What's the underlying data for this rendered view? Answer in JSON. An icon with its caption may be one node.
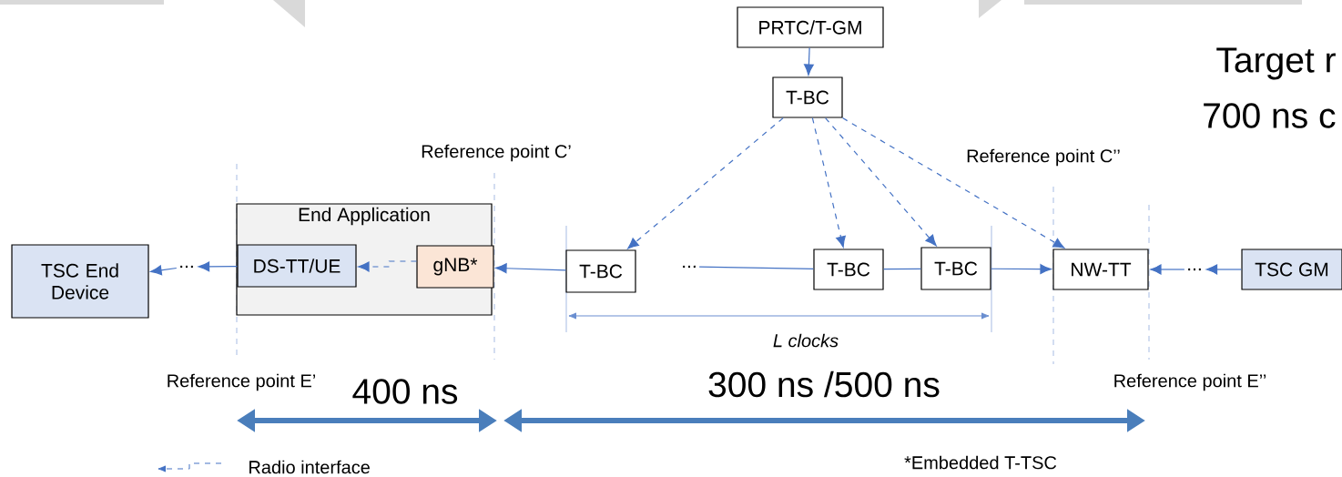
{
  "diagram": {
    "nodes": [
      {
        "text": [
          "PRTC/T-GM"
        ]
      },
      {
        "text": [
          "T-BC"
        ]
      },
      {
        "text": [
          "TSC End Device"
        ]
      },
      {
        "text": [
          "End Application"
        ]
      },
      {
        "text": [
          "DS-TT/UE"
        ],
        "in": 3
      },
      {
        "text": [
          "gNB*"
        ],
        "in": 3
      },
      {
        "text": [
          "T-BC"
        ]
      },
      {
        "text": [
          "T-BC"
        ]
      },
      {
        "text": [
          "T-BC"
        ]
      },
      {
        "text": [
          "NW-TT"
        ]
      },
      {
        "text": [
          "TSC GM"
        ]
      },
      {
        "text": [
          "..."
        ]
      },
      {
        "text": [
          "..."
        ]
      },
      {
        "text": [
          "..."
        ]
      }
    ],
    "edges": [
      {
        "from": 0,
        "to": 1,
        "arrow": "to"
      },
      {
        "from": 1,
        "to": 6,
        "arrow": "to",
        "style": "dashed"
      },
      {
        "from": 1,
        "to": 7,
        "arrow": "to",
        "style": "dashed"
      },
      {
        "from": 1,
        "to": 8,
        "arrow": "to",
        "style": "dashed"
      },
      {
        "from": 1,
        "to": 9,
        "arrow": "to",
        "style": "dashed"
      },
      {
        "from": 5,
        "to": 4,
        "arrow": "to",
        "style": "dashed"
      },
      {
        "from": 4,
        "to": 11,
        "arrow": "to"
      },
      {
        "from": 11,
        "to": 2,
        "arrow": "to"
      },
      {
        "from": 6,
        "to": 5,
        "arrow": "to"
      },
      {
        "from": 12,
        "to": 7,
        "arrow": "none"
      },
      {
        "from": 7,
        "to": 8,
        "arrow": "none"
      },
      {
        "from": 8,
        "to": 9,
        "arrow": "to"
      },
      {
        "from": 10,
        "to": 13,
        "arrow": "to"
      },
      {
        "from": 13,
        "to": 9,
        "arrow": "to"
      }
    ],
    "labels": [
      "Target r",
      "700 ns c",
      "Reference point C’",
      "Reference point C’’",
      "L clocks",
      "Reference point E’",
      "400 ns",
      "300 ns /500 ns",
      "Reference point E’’",
      "*Embedded T-TSC"
    ],
    "legend": [
      {
        "text": "Radio interface"
      }
    ]
  }
}
